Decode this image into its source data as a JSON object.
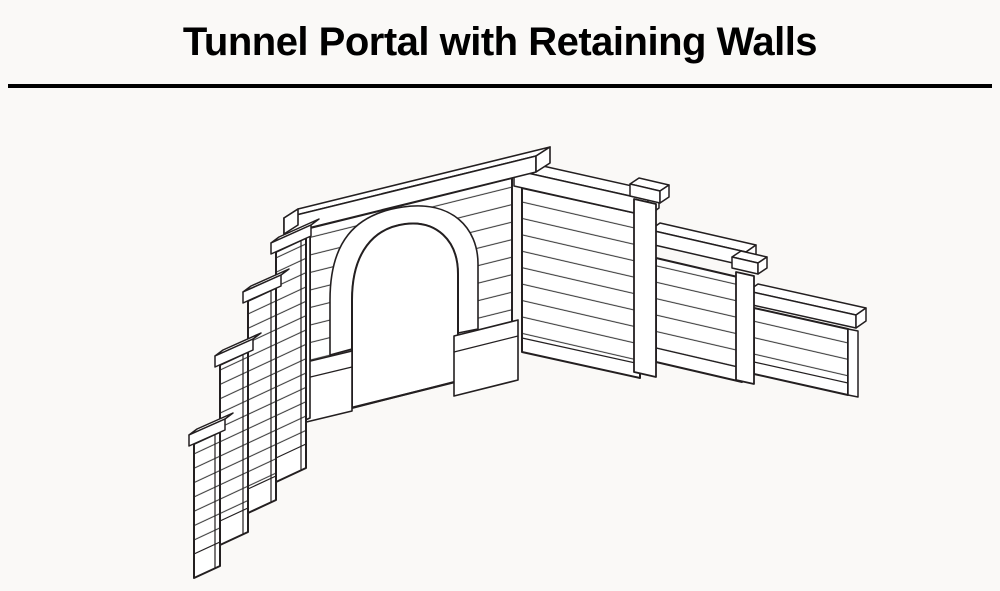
{
  "header": {
    "title": "Tunnel Portal with Retaining Walls"
  },
  "divider": {
    "color": "#000000"
  },
  "illustration": {
    "label": "tunnel-portal-isometric-line-drawing",
    "line_color": "#231f20",
    "fill_color": "#ffffff",
    "background_color": "#faf9f7",
    "visible_parts": [
      "tunnel portal with arched opening",
      "left stepped retaining wall sections",
      "right stepped retaining wall sections"
    ]
  }
}
